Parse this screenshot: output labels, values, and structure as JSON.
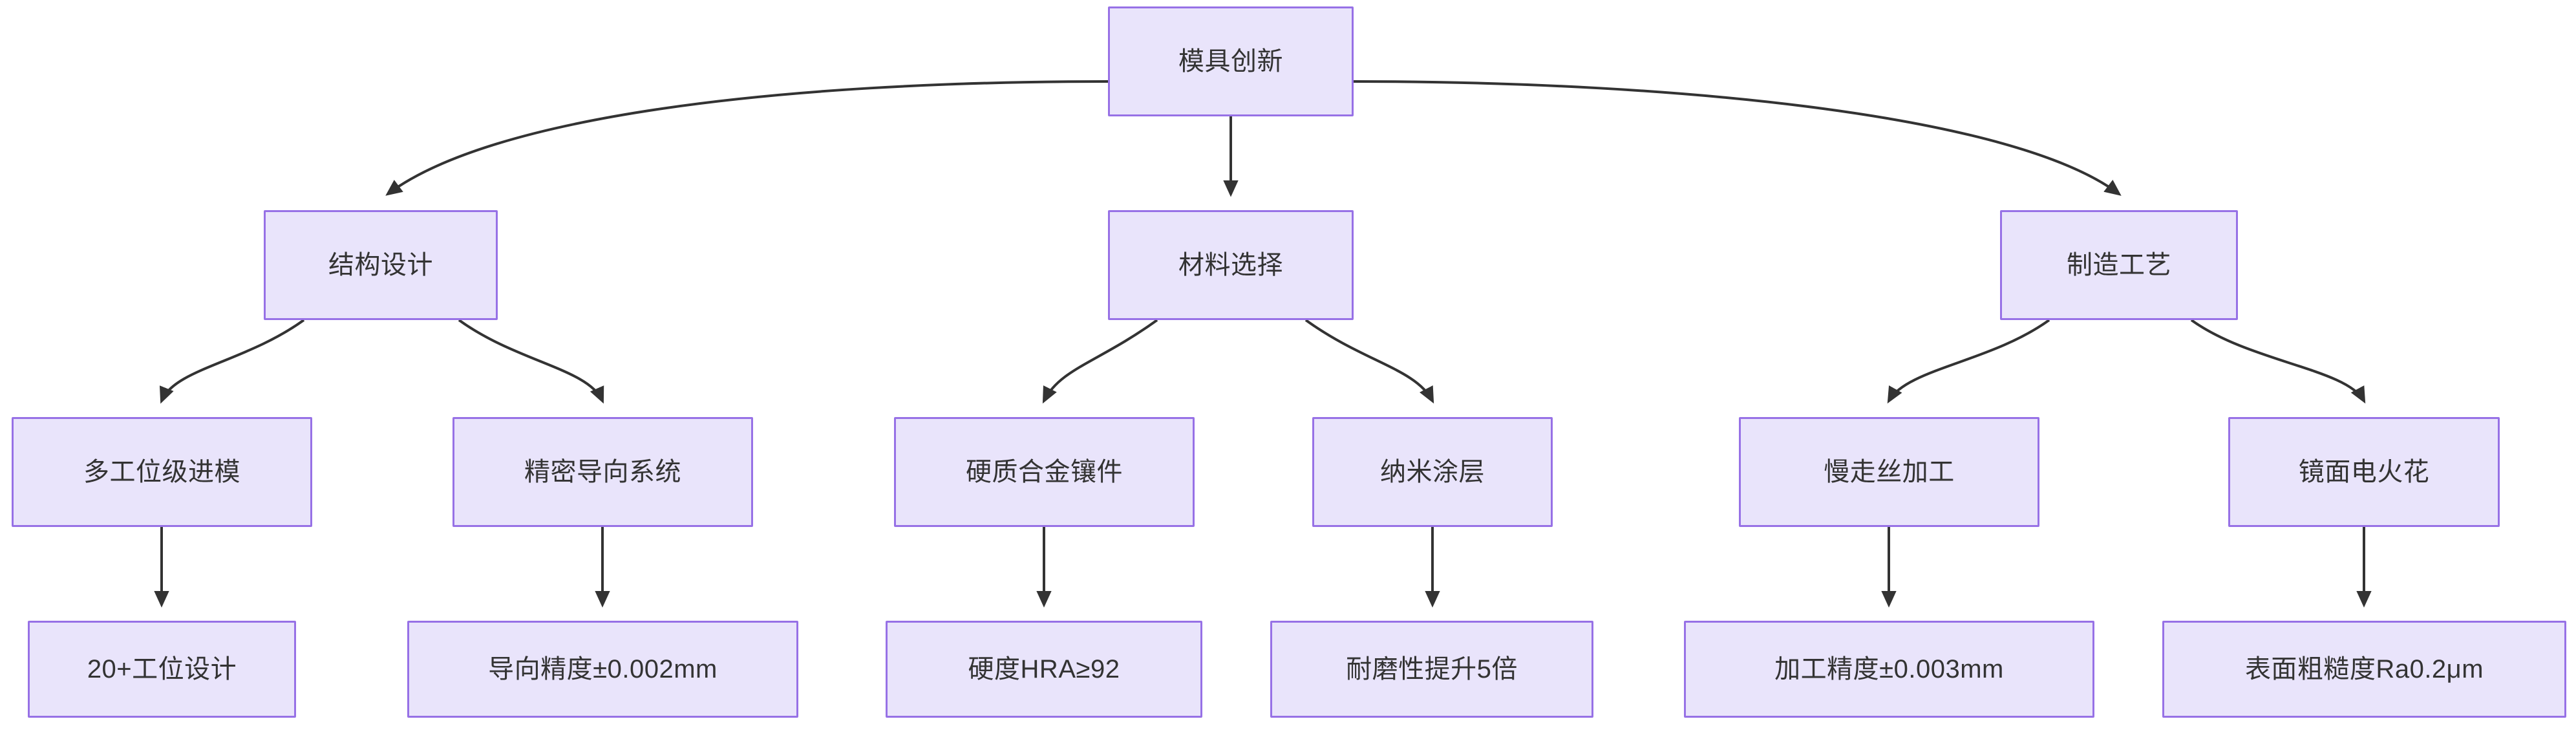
{
  "diagram": {
    "type": "flowchart",
    "direction": "top-down",
    "title": "模具创新",
    "theme": {
      "node_fill": "#e9e4fb",
      "node_border": "#9771e6",
      "node_text": "#333333",
      "edge_stroke": "#333333",
      "background": "#ffffff"
    },
    "nodes": {
      "root": {
        "id": "A",
        "label": "模具创新",
        "level": 1
      },
      "l2": [
        {
          "id": "B",
          "label": "结构设计",
          "level": 2
        },
        {
          "id": "C",
          "label": "材料选择",
          "level": 2
        },
        {
          "id": "D",
          "label": "制造工艺",
          "level": 2
        }
      ],
      "l3": [
        {
          "id": "B1",
          "label": "多工位级进模",
          "level": 3,
          "parent": "B"
        },
        {
          "id": "B2",
          "label": "精密导向系统",
          "level": 3,
          "parent": "B"
        },
        {
          "id": "C1",
          "label": "硬质合金镶件",
          "level": 3,
          "parent": "C"
        },
        {
          "id": "C2",
          "label": "纳米涂层",
          "level": 3,
          "parent": "C"
        },
        {
          "id": "D1",
          "label": "慢走丝加工",
          "level": 3,
          "parent": "D"
        },
        {
          "id": "D2",
          "label": "镜面电火花",
          "level": 3,
          "parent": "D"
        }
      ],
      "l4": [
        {
          "id": "B1a",
          "label": "20+工位设计",
          "level": 4,
          "parent": "B1"
        },
        {
          "id": "B2a",
          "label": "导向精度±0.002mm",
          "level": 4,
          "parent": "B2"
        },
        {
          "id": "C1a",
          "label": "硬度HRA≥92",
          "level": 4,
          "parent": "C1"
        },
        {
          "id": "C2a",
          "label": "耐磨性提升5倍",
          "level": 4,
          "parent": "C2"
        },
        {
          "id": "D1a",
          "label": "加工精度±0.003mm",
          "level": 4,
          "parent": "D1"
        },
        {
          "id": "D2a",
          "label": "表面粗糙度Ra0.2μm",
          "level": 4,
          "parent": "D2"
        }
      ]
    },
    "edges": [
      {
        "from": "A",
        "to": "B"
      },
      {
        "from": "A",
        "to": "C"
      },
      {
        "from": "A",
        "to": "D"
      },
      {
        "from": "B",
        "to": "B1"
      },
      {
        "from": "B",
        "to": "B2"
      },
      {
        "from": "C",
        "to": "C1"
      },
      {
        "from": "C",
        "to": "C2"
      },
      {
        "from": "D",
        "to": "D1"
      },
      {
        "from": "D",
        "to": "D2"
      },
      {
        "from": "B1",
        "to": "B1a"
      },
      {
        "from": "B2",
        "to": "B2a"
      },
      {
        "from": "C1",
        "to": "C1a"
      },
      {
        "from": "C2",
        "to": "C2a"
      },
      {
        "from": "D1",
        "to": "D1a"
      },
      {
        "from": "D2",
        "to": "D2a"
      }
    ]
  }
}
